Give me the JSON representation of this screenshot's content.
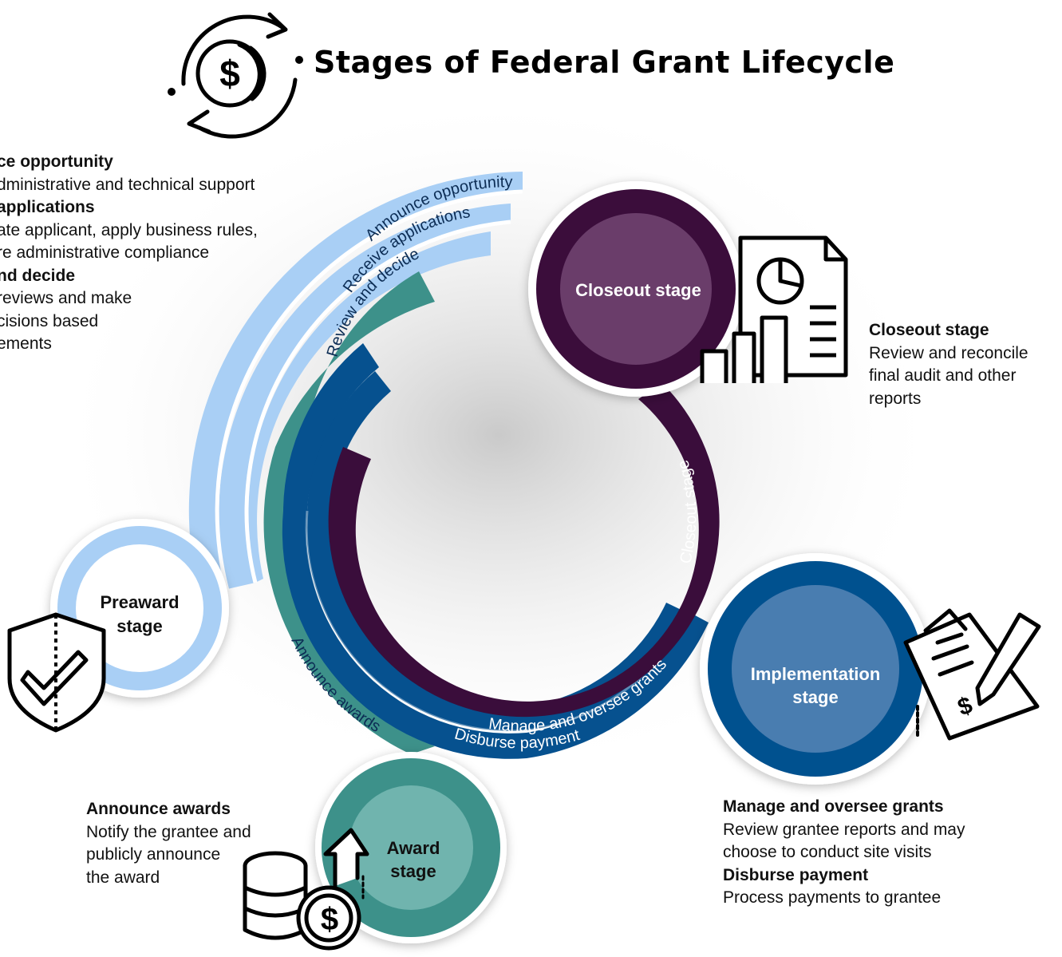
{
  "title": "Stages of Federal Grant Lifecycle",
  "colors": {
    "preaward": "#a9cff5",
    "award": "#3d918a",
    "implementation": "#06518f",
    "implementation_light": "#4a7db0",
    "closeout": "#3a0d3b",
    "closeout_light": "#6a3d6a"
  },
  "stages": {
    "preaward": "Preaward stage",
    "award": "Award stage",
    "implementation": "Implementation stage",
    "closeout": "Closeout stage"
  },
  "arc_labels": {
    "announce_opportunity": "Announce opportunity",
    "receive_applications": "Receive applications",
    "review_and_decide": "Review and decide",
    "announce_awards": "Announce awards",
    "manage_and_oversee": "Manage and oversee grants",
    "disburse_payment": "Disburse payment",
    "closeout_stage": "Closeout stage"
  },
  "notes": {
    "preaward": {
      "announce_h": "ce opportunity",
      "announce_b": "dministrative and technical support",
      "receive_h": "applications",
      "receive_b1": "ate applicant, apply business rules,",
      "receive_b2": "re administrative compliance",
      "review_h": "nd decide",
      "review_b1": "reviews and make",
      "review_b2": "cisions based",
      "review_b3": "ements"
    },
    "closeout": {
      "h": "Closeout stage",
      "b1": "Review and reconcile",
      "b2": "final audit and other",
      "b3": "reports"
    },
    "award": {
      "h": "Announce awards",
      "b1": "Notify the grantee and",
      "b2": "publicly announce",
      "b3": "the award"
    },
    "implementation": {
      "h1": "Manage and oversee grants",
      "b1": "Review grantee reports and may",
      "b2": "choose to conduct site visits",
      "h2": "Disburse payment",
      "b3": "Process payments to grantee"
    }
  },
  "icons": {
    "title": "money-cycle-icon",
    "preaward": "shield-check-icon",
    "award": "coins-up-icon",
    "implementation": "clipboard-pen-icon",
    "closeout": "report-chart-icon"
  }
}
